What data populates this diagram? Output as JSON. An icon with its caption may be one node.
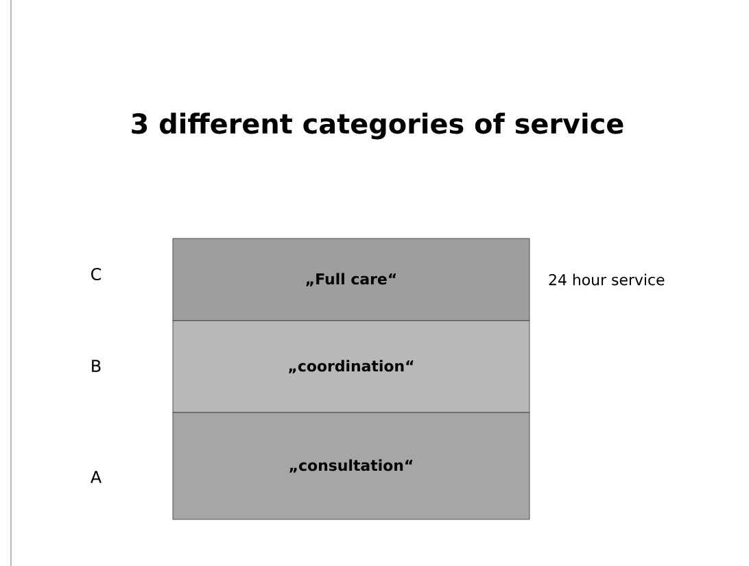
{
  "diagram": {
    "title": "3 different categories of service",
    "nodes": [
      {
        "text": [
          "„Full care“"
        ],
        "beside": [
          "24 hour service"
        ]
      },
      {
        "text": [
          "„coordination“"
        ]
      },
      {
        "text": [
          "„consultation“"
        ]
      }
    ],
    "labels": [
      "C",
      "B",
      "A"
    ]
  }
}
